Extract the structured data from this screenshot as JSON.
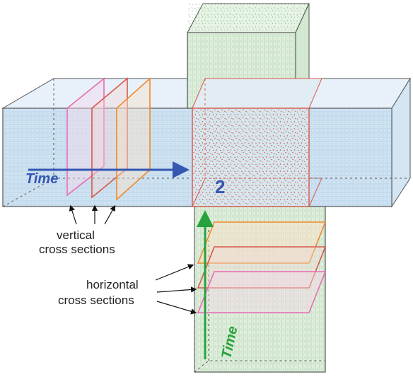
{
  "labels": {
    "time_horizontal": "Time",
    "time_vertical": "Time",
    "center_number": "2",
    "vertical_line1": "vertical",
    "vertical_line2": "cross sections",
    "horizontal_line1": "horizontal",
    "horizontal_line2": "cross sections"
  },
  "colors": {
    "outline": "#555555",
    "horizontal_tube_fill": "#cfe3f2",
    "horizontal_tube_hatch": "#9bbfdd",
    "vertical_tube_fill": "#dfeedd",
    "vertical_tube_hatch": "#9cc49a",
    "intersection_red": "#d6584a",
    "slice_pink": "#e96ab4",
    "slice_orange": "#f08a2c",
    "time_blue": "#3457b2",
    "time_green": "#27a23c",
    "arrow_black": "#111111"
  }
}
